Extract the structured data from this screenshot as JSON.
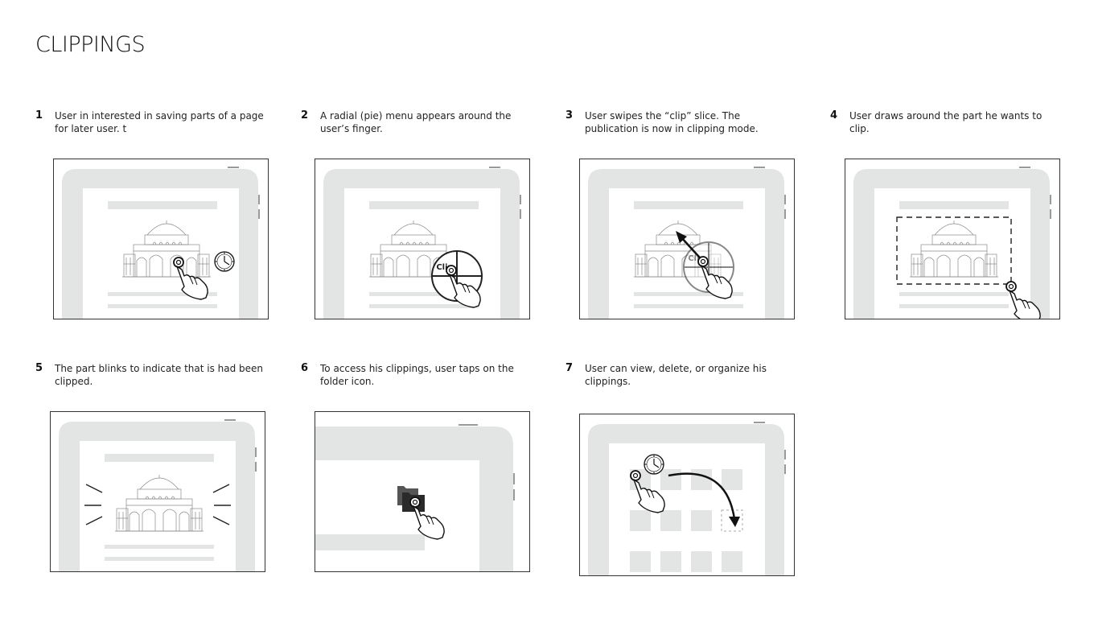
{
  "title": "CLIPPINGS",
  "steps": [
    {
      "num": "1",
      "caption": "User in interested in saving parts of a page for later user. t"
    },
    {
      "num": "2",
      "caption": "A radial (pie) menu appears around the user’s finger."
    },
    {
      "num": "3",
      "caption": "User swipes the “clip” slice. The publication is now in clipping mode."
    },
    {
      "num": "4",
      "caption": "User draws around the part he wants to clip."
    },
    {
      "num": "5",
      "caption": "The part blinks to indicate that is had been clipped."
    },
    {
      "num": "6",
      "caption": "To access his clippings, user taps on the folder icon."
    },
    {
      "num": "7",
      "caption": "User can view, delete, or organize his clippings."
    }
  ],
  "pie_menu_label": "Clip",
  "colors": {
    "device": "#e3e5e4",
    "stroke": "#222222",
    "sketch": "#8a8a8a"
  },
  "icons": [
    "hand-tap-icon",
    "timer-icon",
    "pie-menu-icon",
    "folder-icon",
    "arrow-icon"
  ]
}
